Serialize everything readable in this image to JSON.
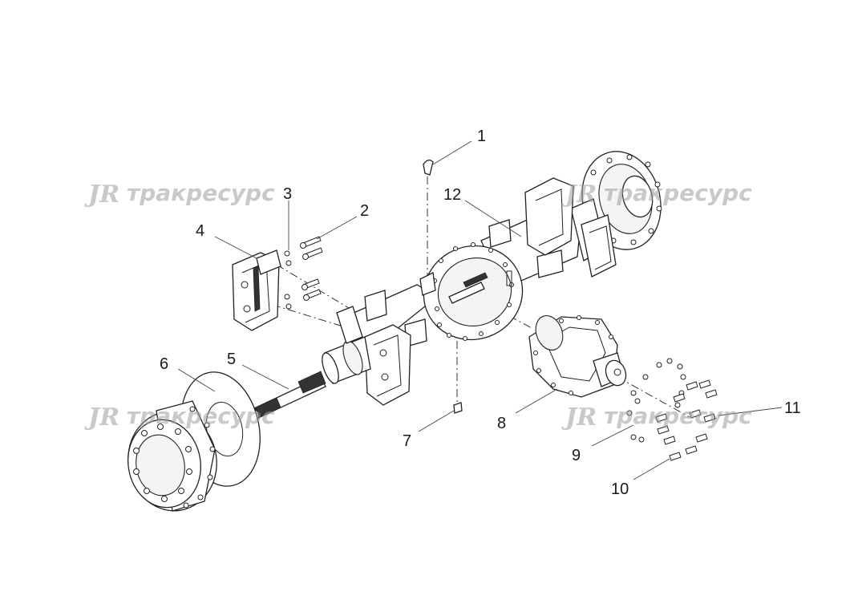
{
  "callouts": [
    {
      "id": "1",
      "label": "1"
    },
    {
      "id": "2",
      "label": "2"
    },
    {
      "id": "3",
      "label": "3"
    },
    {
      "id": "4",
      "label": "4"
    },
    {
      "id": "5",
      "label": "5"
    },
    {
      "id": "6",
      "label": "6"
    },
    {
      "id": "7",
      "label": "7"
    },
    {
      "id": "8",
      "label": "8"
    },
    {
      "id": "9",
      "label": "9"
    },
    {
      "id": "10",
      "label": "10"
    },
    {
      "id": "11",
      "label": "11"
    },
    {
      "id": "12",
      "label": "12"
    }
  ],
  "watermark": {
    "logo": "JR",
    "text": "тракресурс"
  },
  "colors": {
    "line": "#222222",
    "watermark": "#9e9e9e",
    "background": "#ffffff"
  }
}
